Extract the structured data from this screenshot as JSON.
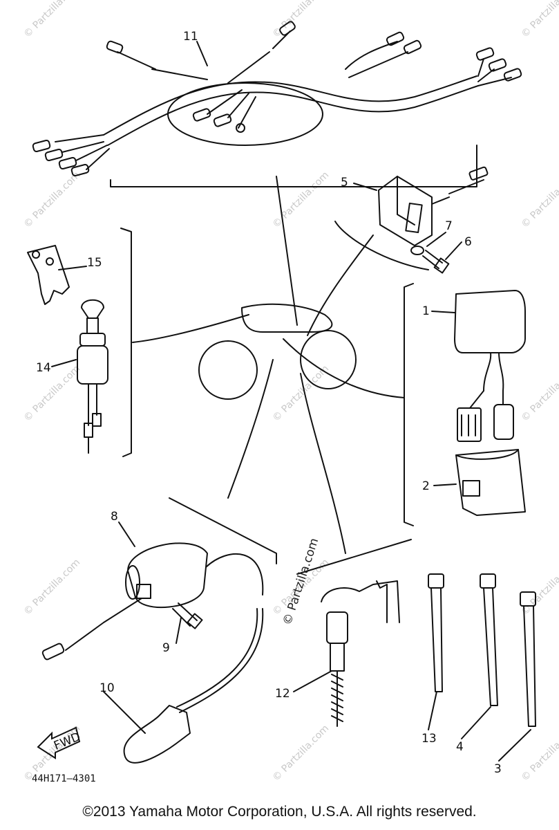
{
  "diagram": {
    "part_labels": [
      {
        "id": "11",
        "text": "11"
      },
      {
        "id": "5",
        "text": "5"
      },
      {
        "id": "7",
        "text": "7"
      },
      {
        "id": "6",
        "text": "6"
      },
      {
        "id": "15",
        "text": "15"
      },
      {
        "id": "14",
        "text": "14"
      },
      {
        "id": "1",
        "text": "1"
      },
      {
        "id": "2",
        "text": "2"
      },
      {
        "id": "8",
        "text": "8"
      },
      {
        "id": "9",
        "text": "9"
      },
      {
        "id": "10",
        "text": "10"
      },
      {
        "id": "12",
        "text": "12"
      },
      {
        "id": "13",
        "text": "13"
      },
      {
        "id": "4",
        "text": "4"
      },
      {
        "id": "3",
        "text": "3"
      }
    ],
    "fwd_label": "FWD",
    "part_number": "44H171–4301",
    "center_watermark": "© Partzilla.com",
    "watermark": "© Partzilla.com"
  },
  "footer": {
    "copyright": "©2013 Yamaha Motor Corporation, U.S.A. All rights reserved."
  }
}
